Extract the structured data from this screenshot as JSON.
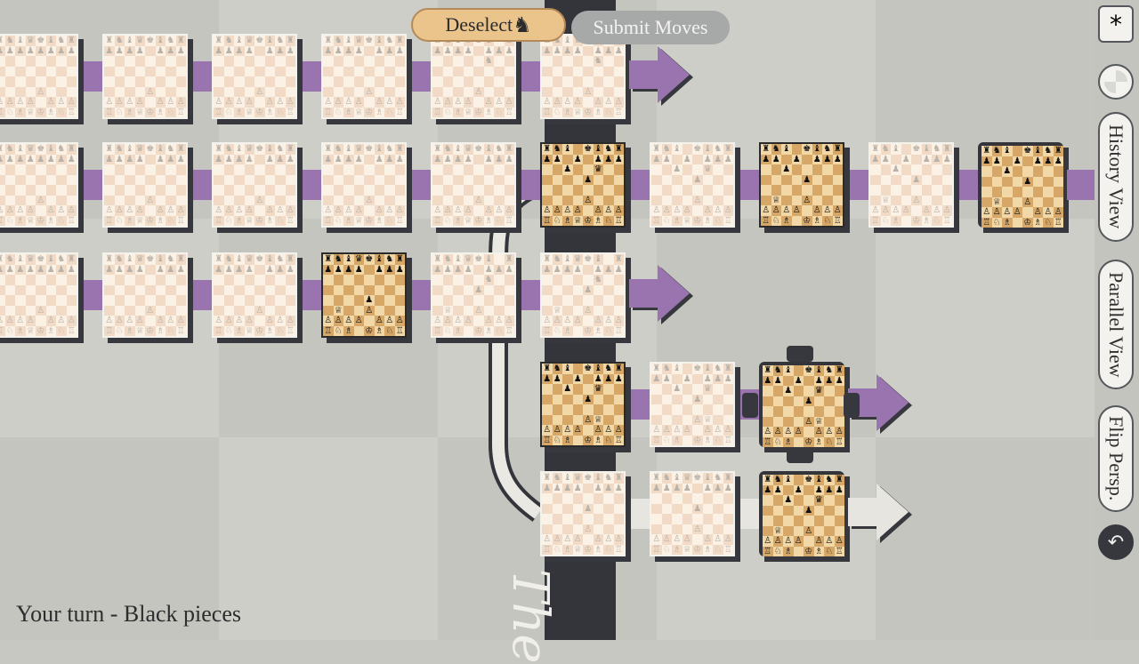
{
  "toolbar": {
    "deselect_label": "Deselect",
    "deselect_icon": "black-knight-icon",
    "submit_label": "Submit Moves"
  },
  "sidebar": {
    "menu_label": "*",
    "history_view_label": "History View",
    "parallel_view_label": "Parallel View",
    "flip_perspective_label": "Flip Persp.",
    "undo_icon": "undo-arrow-icon"
  },
  "timeline_label": "The",
  "status_text": "Your turn - Black pieces",
  "colors": {
    "active_light": "#f2d8a6",
    "active_dark": "#d6a767",
    "inactive_light": "#fbf1e4",
    "inactive_dark": "#f1dbc7",
    "connector": "#9a74ae",
    "highlight_green": "#8aa65a",
    "highlight_blue": "#8f8fd6",
    "highlight_yellow": "#e3d77a"
  },
  "glyphs": {
    "r": "♜",
    "n": "♞",
    "b": "♝",
    "q": "♛",
    "k": "♚",
    "p": "♟",
    "R": "♖",
    "N": "♘",
    "B": "♗",
    "Q": "♕",
    "K": "♔",
    "P": "♙"
  },
  "boards": [
    {
      "id": "t0-0",
      "state": "inactive",
      "fen": "rnbqkbnr/pppppppp/8/8/8/4P3/PPPP1PPP/RNBQKBNR"
    },
    {
      "id": "t0-1",
      "state": "inactive",
      "fen": "rnbqkbnr/pppp1ppp/8/8/8/4P3/PPPP1PPP/RNBQKBNR"
    },
    {
      "id": "t0-2",
      "state": "inactive",
      "fen": "rnbqkbnr/pppp1ppp/8/8/8/4P3/PPPP1PPP/RNBQKBNR"
    },
    {
      "id": "t0-3",
      "state": "inactive",
      "fen": "rnbqkbnr/pppp1ppp/8/8/8/4P3/PPPP1PPP/RNBQKBNR"
    },
    {
      "id": "t0-4",
      "state": "inactive",
      "fen": "rnbqkb1r/pppp1ppp/5n2/8/8/4P3/PPPP1PPP/RNBQKBNR"
    },
    {
      "id": "t0-5",
      "state": "inactive",
      "fen": "rnbqkb1r/pppp1ppp/5n2/8/8/4P3/PPPP1PPP/RNBQKBNR"
    },
    {
      "id": "t1-0",
      "state": "inactive",
      "fen": "rnbqkbnr/pppppppp/8/8/8/4P3/PPPP1PPP/RNBQKBNR"
    },
    {
      "id": "t1-1",
      "state": "inactive",
      "fen": "rnbqkbnr/pppp1ppp/8/8/8/4P3/PPPP1PPP/RNBQKBNR"
    },
    {
      "id": "t1-2",
      "state": "inactive",
      "fen": "rnbqkbnr/pppp1ppp/8/8/8/4P3/PPPP1PPP/RNBQKBNR"
    },
    {
      "id": "t1-3",
      "state": "inactive",
      "fen": "rnbqkbnr/pppp1ppp/8/8/8/4P3/PPPP1PPP/RNBQKBNR"
    },
    {
      "id": "t1-4",
      "state": "inactive",
      "fen": "rnbqkbnr/pppp1ppp/8/8/8/4P3/PPPP1PPP/RNBQKBNR"
    },
    {
      "id": "t1-5",
      "state": "active",
      "fen": "rnb1kbnr/pp1p1ppp/2p2q2/4p3/8/4P3/PPPP1PPP/RNBQKBNR"
    },
    {
      "id": "t1-6",
      "state": "inactive",
      "fen": "rnb1kbnr/pp1p1ppp/2p2q2/4p3/8/4P3/PPPP1PPP/RNBQKBNR"
    },
    {
      "id": "t1-7",
      "state": "active",
      "fen": "rnb1kbnr/pp1p1ppp/2p5/4p3/8/1Q2P3/PPPP1PPP/RNB1KBNR"
    },
    {
      "id": "t1-8",
      "state": "inactive",
      "fen": "rnb1kbnr/pp1p1ppp/2p5/4p3/8/1Q2P3/PPPP1PPP/RNB1KBNR"
    },
    {
      "id": "t1-9",
      "state": "selected",
      "fen": "rnb1kbnr/pp1p1ppp/2p5/4p3/8/1Q2P3/PPPP1PPP/RNB1KBNR"
    },
    {
      "id": "t2-0",
      "state": "inactive",
      "fen": "rnbqkbnr/pppppppp/8/8/8/4P3/PPPP1PPP/RNBQKBNR"
    },
    {
      "id": "t2-1",
      "state": "inactive",
      "fen": "rnbqkbnr/pppp1ppp/8/8/8/4P3/PPPP1PPP/RNBQKBNR"
    },
    {
      "id": "t2-2",
      "state": "inactive",
      "fen": "rnbqkbnr/pppp1ppp/8/8/8/4P3/PPPP1PPP/RNBQKBNR"
    },
    {
      "id": "t2-3",
      "state": "active",
      "fen": "rnbqkbnr/pppp1ppp/8/8/4p3/1Q2P3/PPPP1PPP/RNB1KBNR"
    },
    {
      "id": "t2-4",
      "state": "inactive",
      "fen": "rnbqkb1r/pppp1ppp/5n2/4p3/8/1Q2P3/PPPP1PPP/RNB1KBNR"
    },
    {
      "id": "t2-5",
      "state": "inactive",
      "fen": "rnbqkb1r/pppp1ppp/5n2/4p3/8/1Q2P3/PPPP1PPP/RNB1KBNR"
    },
    {
      "id": "t3-0",
      "state": "active",
      "fen": "rnb1kbnr/pp1p1ppp/2p2q2/4p3/8/4PQ2/PPPP1PPP/RNB1KBNR"
    },
    {
      "id": "t3-1",
      "state": "inactive",
      "fen": "rnb1kbnr/pp1p1ppp/2p2q2/4p3/8/4PQ2/PPPP1PPP/RNB1KBNR"
    },
    {
      "id": "t3-2",
      "state": "selected",
      "fen": "rnb1kbnr/pp1p1ppp/2p2q2/4p3/8/4PQ2/PPPP1PPP/RNB1KBNR"
    },
    {
      "id": "t4-0",
      "state": "inactive",
      "fen": "rnbqkbnr/pppp1ppp/8/4p3/8/4P3/PPPP1PPP/RNBQKBNR"
    },
    {
      "id": "t4-1",
      "state": "inactive",
      "fen": "rnbqkbnr/pppp1ppp/8/4p3/8/4P3/PPPP1PPP/RNBQKBNR"
    },
    {
      "id": "t4-2",
      "state": "selected",
      "fen": "rnb1kbnr/pp1p1ppp/2p2q2/4p3/8/1Q2P3/PPPP1PPP/RNB1KBNR"
    }
  ]
}
